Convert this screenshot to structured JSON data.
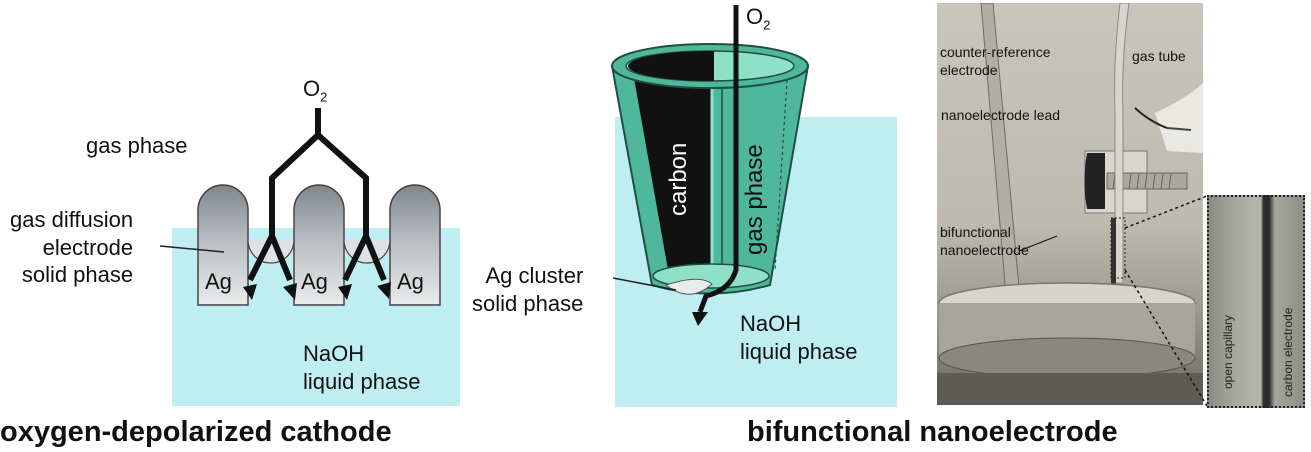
{
  "left_panel": {
    "o2_label": "O",
    "o2_sub": "2",
    "gas_phase": "gas phase",
    "gde_label": [
      "gas diffusion",
      "electrode",
      "solid phase"
    ],
    "ag_labels": [
      "Ag",
      "Ag",
      "Ag"
    ],
    "liquid_label": [
      "NaOH",
      "liquid phase"
    ],
    "caption": "oxygen-depolarized cathode"
  },
  "middle_panel": {
    "o2_label": "O",
    "o2_sub": "2",
    "carbon": "carbon",
    "gas_phase": "gas phase",
    "ag_cluster": [
      "Ag cluster",
      "solid phase"
    ],
    "liquid_label": [
      "NaOH",
      "liquid phase"
    ],
    "caption": "bifunctional nanoelectrode"
  },
  "photo": {
    "counter_ref": [
      "counter-reference",
      "electrode"
    ],
    "gas_tube": "gas tube",
    "nano_lead": "nanoelectrode lead",
    "bifunctional": [
      "bifunctional",
      "nanoelectrode"
    ]
  },
  "zoom_inset": {
    "open_capillary": "open capillary",
    "carbon_electrode": "carbon electrode"
  },
  "colors": {
    "liquid": "#bfeef2",
    "cylinder_green": "#4fb79a",
    "cylinder_light": "#8ee0c6",
    "electrode_gray": "#8f9499"
  }
}
